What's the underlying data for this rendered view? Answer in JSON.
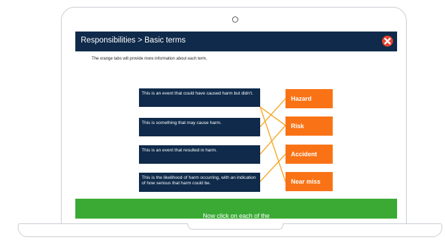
{
  "window": {
    "title": "Responsibilities > Basic terms",
    "close_icon": "close-icon"
  },
  "instruction": "The orange tabs will provide more information about each term.",
  "descriptions": [
    "This is an event that could have caused harm but didn't.",
    "This is something that may cause harm.",
    "This is an event that resulted in harm.",
    "This is the likelihood of harm occurring, with an indication of how serious that harm could be."
  ],
  "terms": [
    "Hazard",
    "Risk",
    "Accident",
    "Near miss"
  ],
  "footer": {
    "text": "Now click on each of the"
  },
  "colors": {
    "title_bar": "#0f2a4a",
    "description_box": "#0f2a4a",
    "term_tab": "#f97316",
    "connector": "#f5a623",
    "footer": "#3aaa35",
    "close": "#e8432e"
  }
}
